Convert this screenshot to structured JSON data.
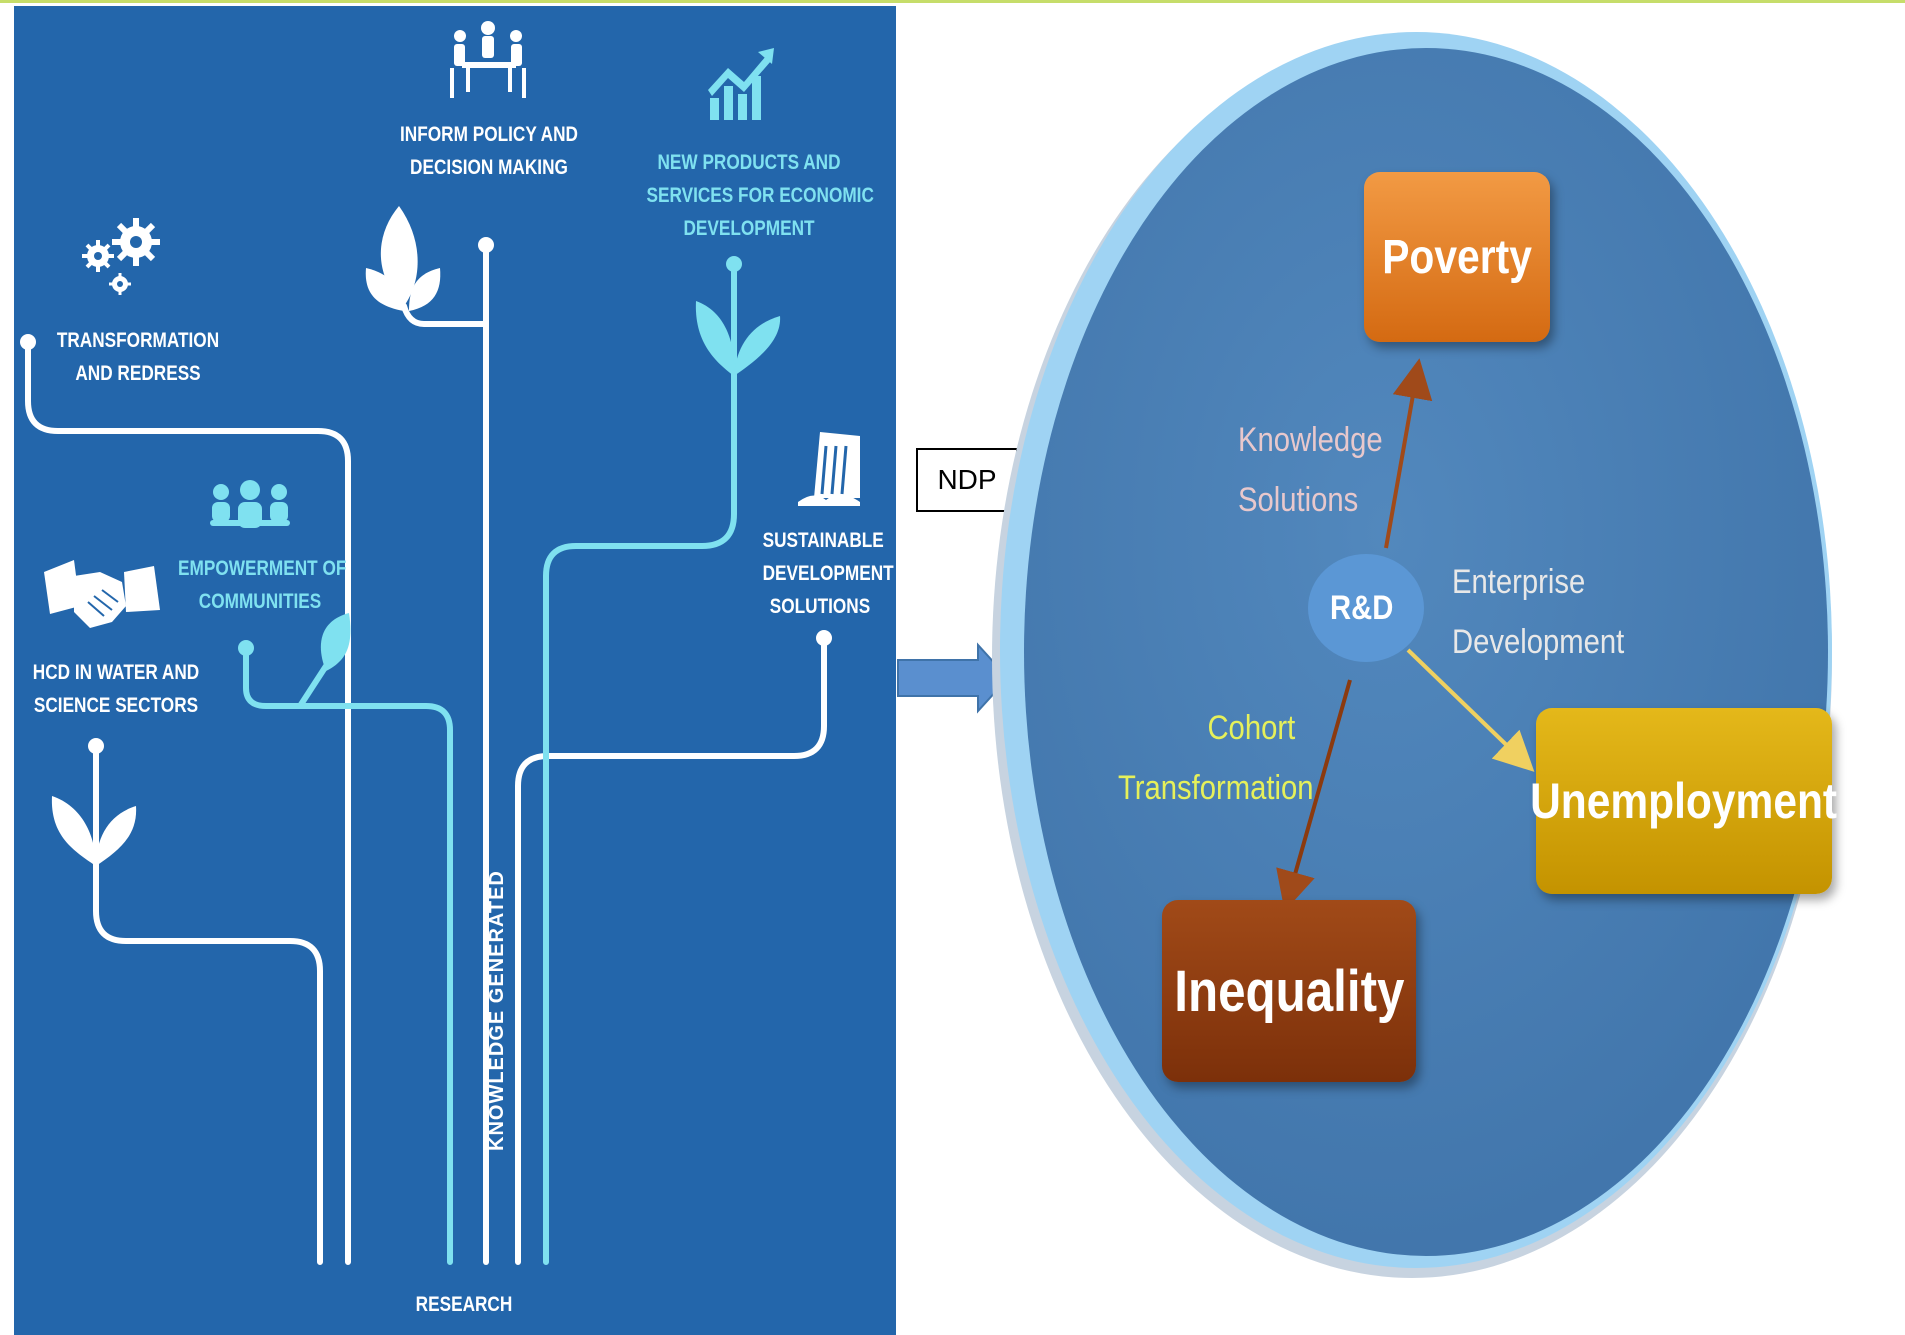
{
  "colors": {
    "panel_blue": "#2366ab",
    "cyan": "#7fe1f0",
    "circle_blue": "#4b7eb3",
    "poverty_orange": "#e07a1f",
    "unemployment_gold": "#d4a200",
    "inequality_brown": "#8b3a0f"
  },
  "left_panel": {
    "inform_policy": [
      "INFORM POLICY AND",
      "DECISION MAKING"
    ],
    "new_products": [
      "NEW PRODUCTS AND",
      "SERVICES FOR ECONOMIC",
      "DEVELOPMENT"
    ],
    "transformation": [
      "TRANSFORMATION",
      "AND REDRESS"
    ],
    "empowerment": [
      "EMPOWERMENT OF",
      "COMMUNITIES"
    ],
    "sustainable": [
      "SUSTAINABLE",
      "DEVELOPMENT",
      "SOLUTIONS"
    ],
    "hcd": [
      "HCD IN WATER AND",
      "SCIENCE SECTORS"
    ],
    "knowledge_generated": "KNOWLEDGE GENERATED",
    "research": "RESEARCH",
    "icons": [
      "meeting-icon",
      "growth-chart-icon",
      "gears-icon",
      "people-group-icon",
      "handshake-icon",
      "dam-icon",
      "leaf-icon"
    ]
  },
  "ndp": "NDP",
  "diagram": {
    "center": "R&D",
    "poverty": "Poverty",
    "unemployment": "Unemployment",
    "inequality": "Inequality",
    "knowledge_solutions": [
      "Knowledge",
      "Solutions"
    ],
    "enterprise_development": [
      "Enterprise",
      "Development"
    ],
    "cohort_transformation": [
      "Cohort",
      "Transformation"
    ]
  }
}
